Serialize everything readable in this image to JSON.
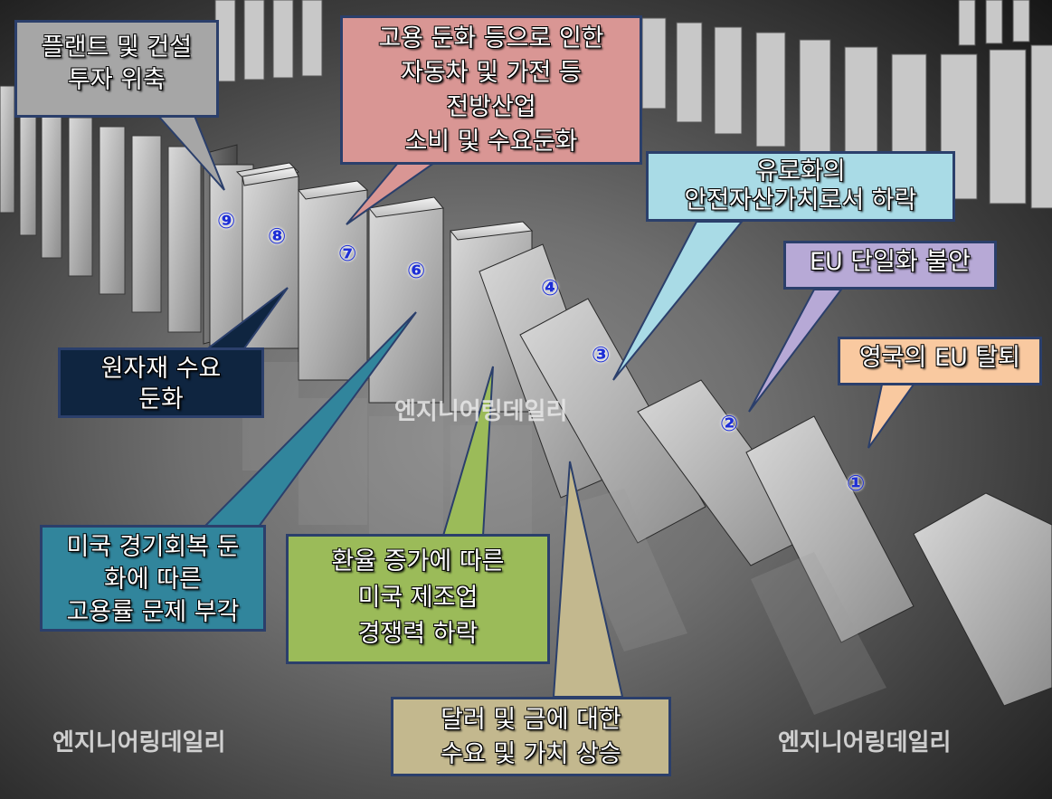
{
  "callouts": {
    "c1": {
      "lines": [
        "영국의 EU 탈퇴"
      ],
      "color": "#f9c9a0"
    },
    "c2": {
      "lines": [
        "EU 단일화 불안"
      ],
      "color": "#b7a9d6"
    },
    "c3": {
      "lines": [
        "유로화의",
        "안전자산가치로서 하락"
      ],
      "color": "#a9dbe6"
    },
    "c4": {
      "lines": [
        "달러 및 금에 대한",
        "수요 및 가치 상승"
      ],
      "color": "#c3b88e"
    },
    "c5": {
      "lines": [
        "환율 증가에 따른",
        "미국 제조업",
        "경쟁력 하락"
      ],
      "color": "#9bbb59"
    },
    "c6": {
      "lines": [
        "미국 경기회복 둔",
        "화에 따른",
        "고용률 문제 부각"
      ],
      "color": "#31859c"
    },
    "c7": {
      "lines": [
        "고용 둔화 등으로 인한",
        "자동차 및 가전 등",
        "전방산업",
        "소비 및 수요둔화"
      ],
      "color": "#d99694"
    },
    "c8": {
      "lines": [
        "원자재 수요",
        "둔화"
      ],
      "color": "#0f2540"
    },
    "c9": {
      "lines": [
        "플랜트 및 건설",
        "투자 위축"
      ],
      "color": "#a6a6a6"
    }
  },
  "numbers": {
    "n1": "①",
    "n2": "②",
    "n3": "③",
    "n4": "④",
    "n6": "⑥",
    "n7": "⑦",
    "n8": "⑧",
    "n9": "⑨"
  },
  "watermark": "엔지니어링데일리"
}
